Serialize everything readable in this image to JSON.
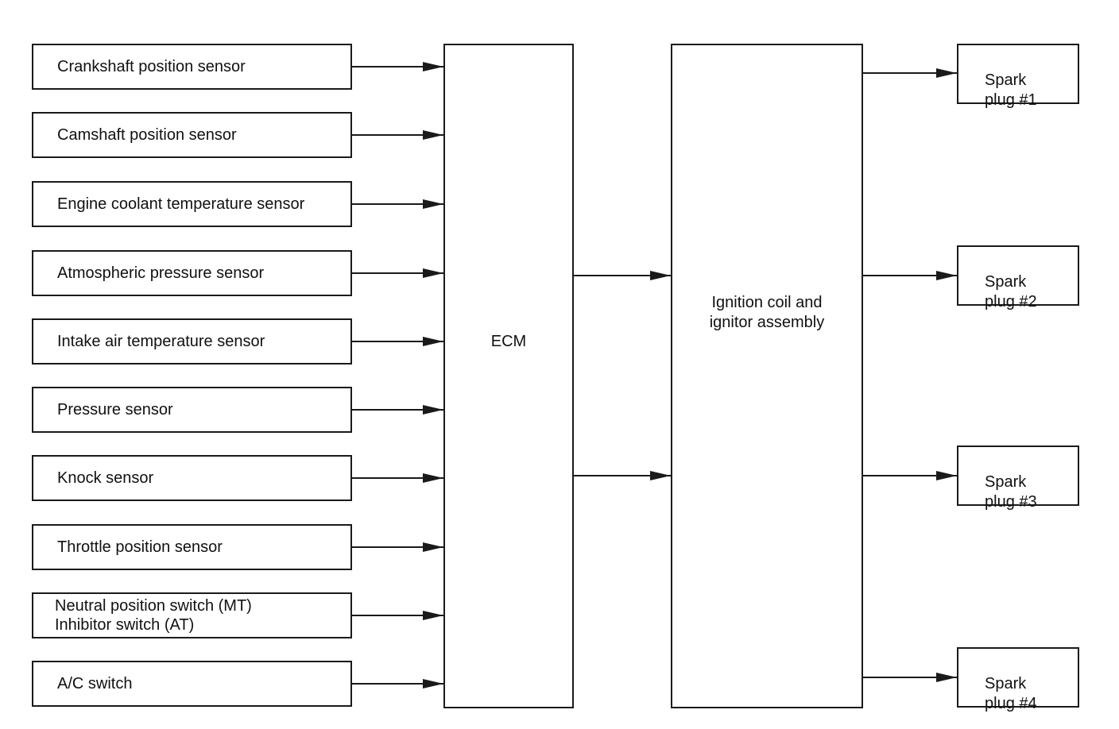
{
  "sensors": [
    {
      "label": "Crankshaft position sensor"
    },
    {
      "label": "Camshaft position sensor"
    },
    {
      "label": "Engine coolant temperature sensor"
    },
    {
      "label": "Atmospheric pressure sensor"
    },
    {
      "label": "Intake air temperature sensor"
    },
    {
      "label": "Pressure sensor"
    },
    {
      "label": "Knock sensor"
    },
    {
      "label": "Throttle position sensor"
    },
    {
      "label": "Neutral position switch (MT)\nInhibitor switch (AT)"
    },
    {
      "label": "A/C switch"
    }
  ],
  "ecm": {
    "label": "ECM"
  },
  "ignition_assembly": {
    "label": "Ignition coil and\nignitor assembly"
  },
  "spark_plugs": [
    {
      "label": "Spark\nplug #1"
    },
    {
      "label": "Spark\nplug #2"
    },
    {
      "label": "Spark\nplug #3"
    },
    {
      "label": "Spark\nplug #4"
    }
  ],
  "colors": {
    "line": "#1a1a1a",
    "background": "#ffffff"
  }
}
